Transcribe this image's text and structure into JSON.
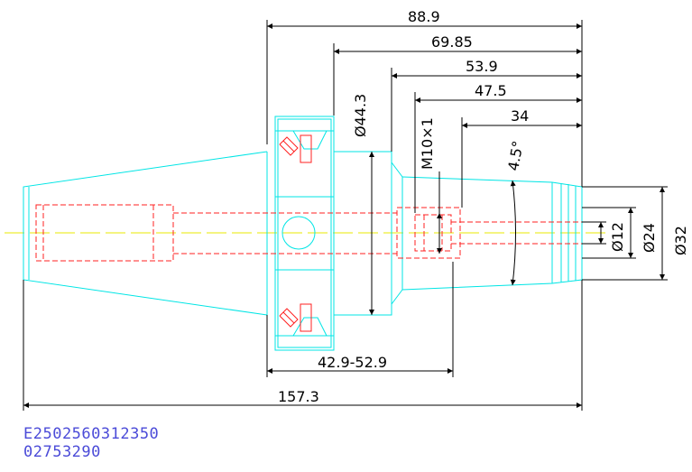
{
  "colors": {
    "body_outline": "#00e5e5",
    "hidden_lines": "#ff2020",
    "center_line": "#e8e800",
    "dimension": "#000000",
    "code_text": "#4b4bd8"
  },
  "dimensions": {
    "len_88_9": "88.9",
    "len_69_85": "69.85",
    "len_53_9": "53.9",
    "len_47_5": "47.5",
    "len_34": "34",
    "dia_44_3": "Ø44.3",
    "thread": "M10×1",
    "taper_angle": "4.5°",
    "dia_12": "Ø12",
    "dia_24": "Ø24",
    "dia_32": "Ø32",
    "range": "42.9-52.9",
    "total": "157.3"
  },
  "codes": {
    "line1": "E2502560312350",
    "line2": "02753290"
  }
}
